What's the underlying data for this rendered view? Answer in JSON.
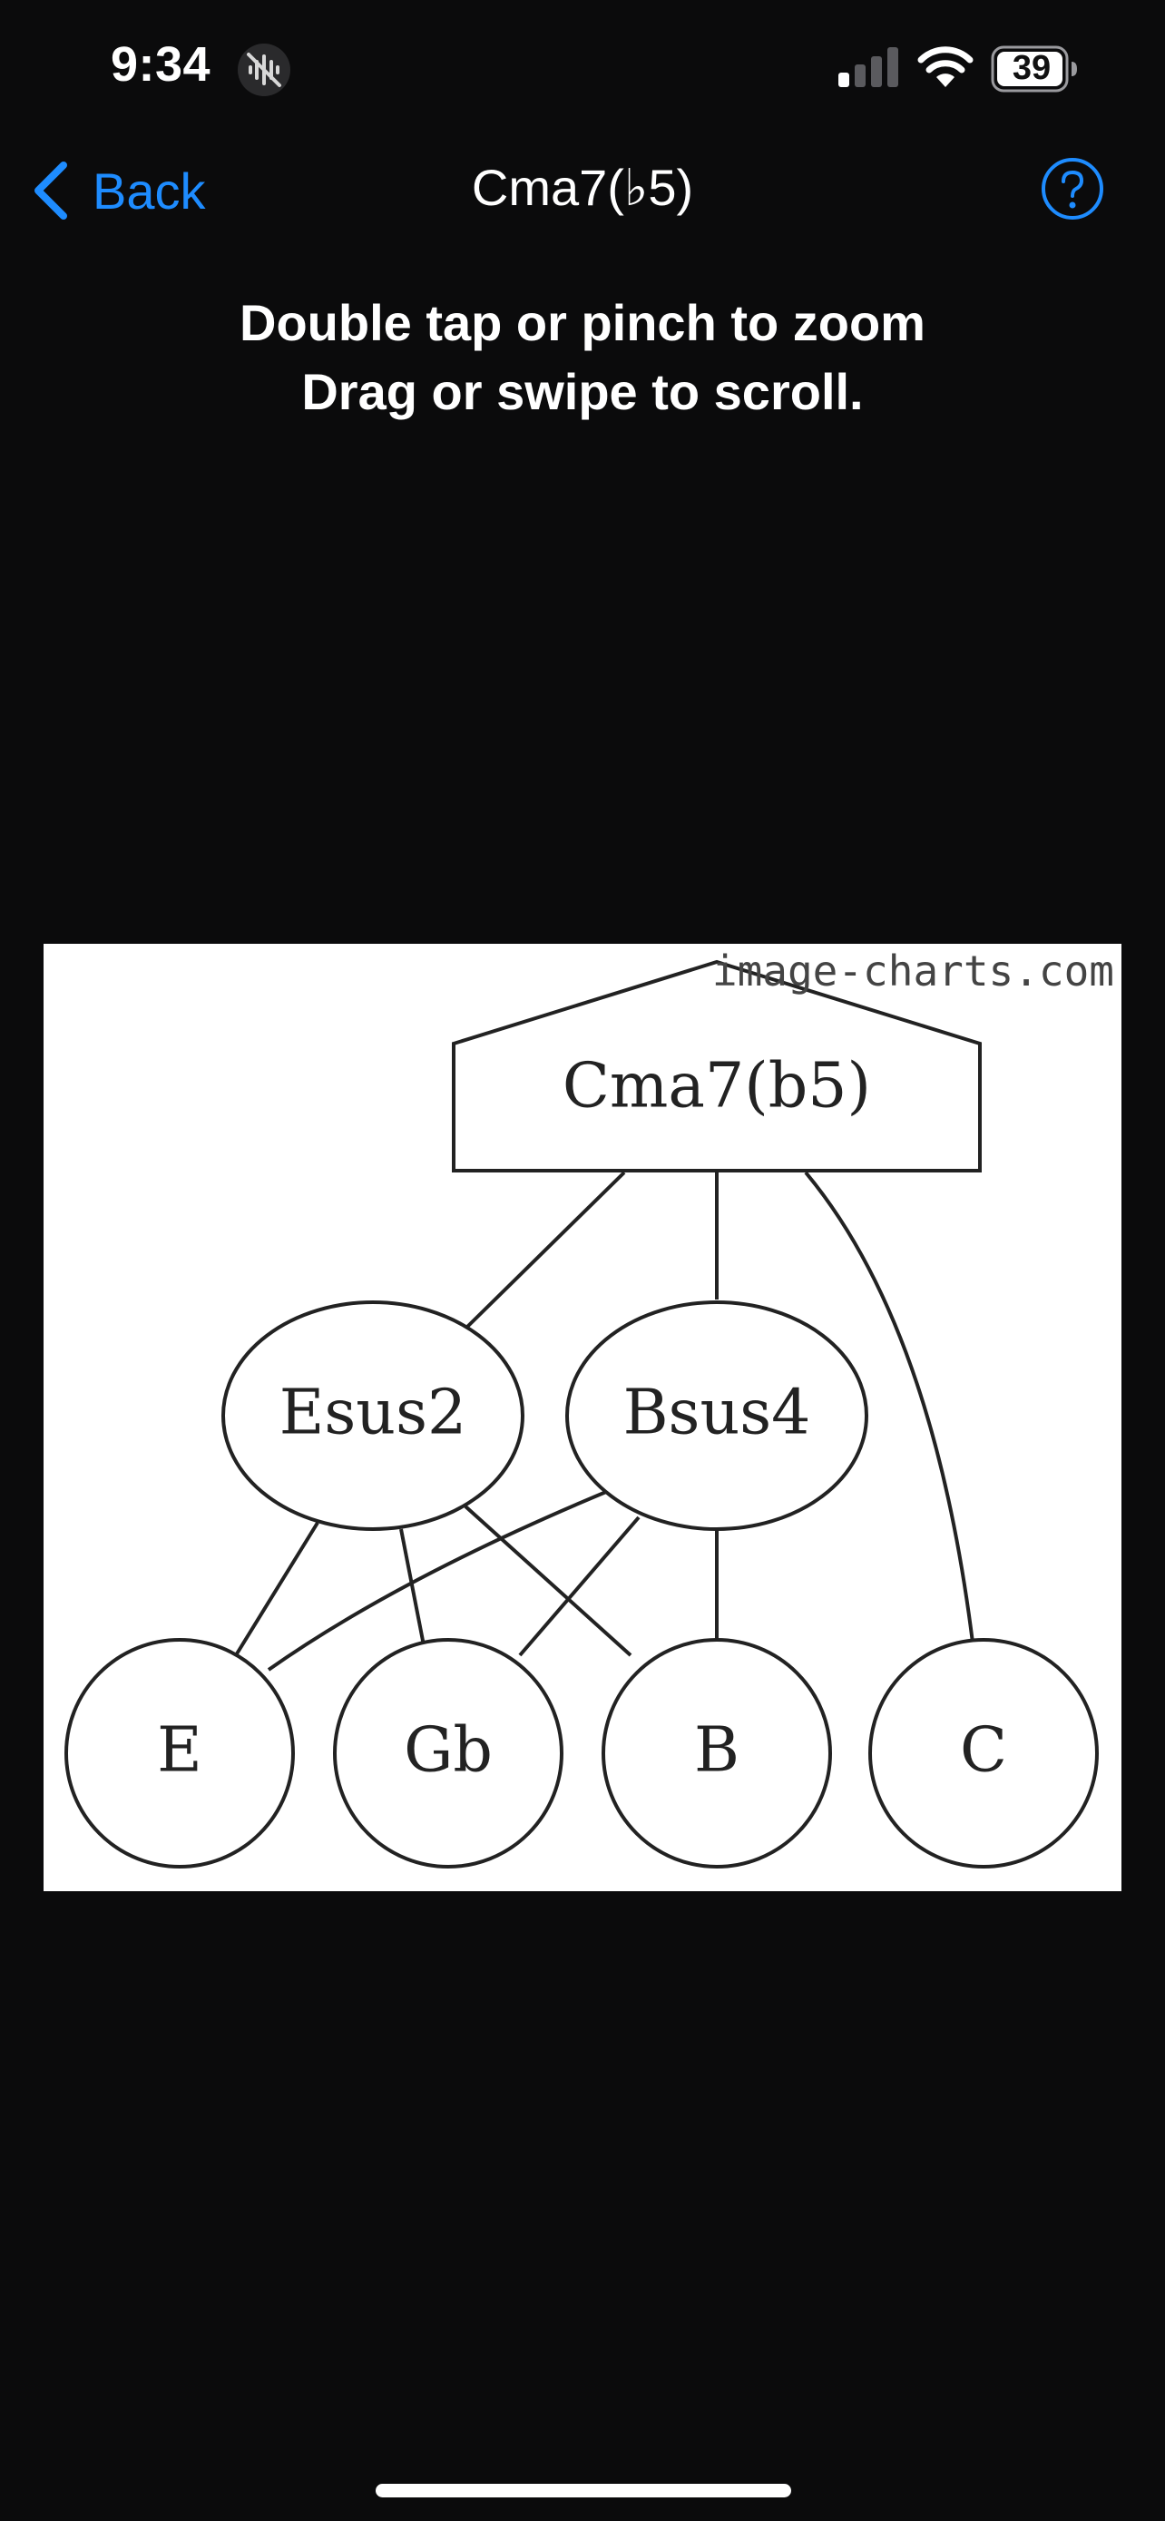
{
  "status_bar": {
    "time": "9:34",
    "battery_level": "39",
    "focus_icon": "focus-mode-icon",
    "signal_icon": "cellular-signal-icon",
    "wifi_icon": "wifi-icon",
    "battery_icon": "battery-icon"
  },
  "nav": {
    "back_label": "Back",
    "title": "Cma7(♭5)",
    "help_icon": "question-circle-icon",
    "accent_color": "#1e8cff"
  },
  "instructions": {
    "line1": "Double tap or pinch to zoom",
    "line2": "Drag or swipe to scroll."
  },
  "diagram": {
    "watermark": "image-charts.com",
    "root": "Cma7(b5)",
    "chords": [
      "Esus2",
      "Bsus4"
    ],
    "notes": [
      "E",
      "Gb",
      "B",
      "C"
    ],
    "edges": [
      [
        "Cma7(b5)",
        "Esus2"
      ],
      [
        "Cma7(b5)",
        "Bsus4"
      ],
      [
        "Cma7(b5)",
        "C"
      ],
      [
        "Esus2",
        "E"
      ],
      [
        "Esus2",
        "Gb"
      ],
      [
        "Esus2",
        "B"
      ],
      [
        "Bsus4",
        "E"
      ],
      [
        "Bsus4",
        "Gb"
      ],
      [
        "Bsus4",
        "B"
      ]
    ]
  }
}
